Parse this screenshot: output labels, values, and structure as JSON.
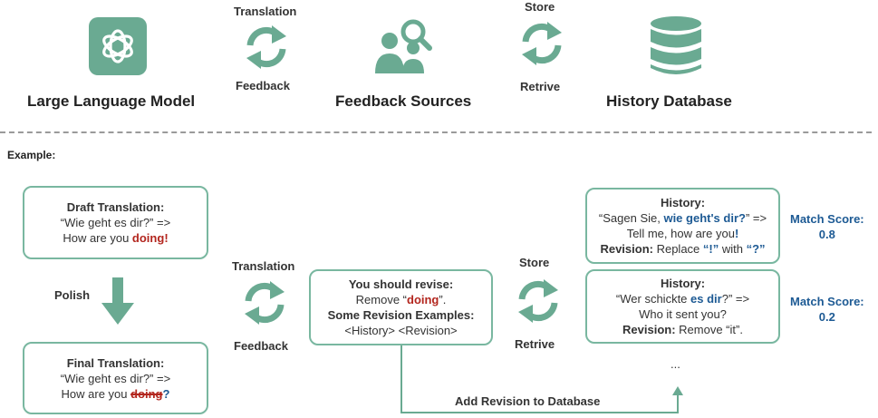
{
  "top_row": {
    "llm_label": "Large Language Model",
    "cycle1_top": "Translation",
    "cycle1_bottom": "Feedback",
    "feedback_label": "Feedback Sources",
    "cycle2_top": "Store",
    "cycle2_bottom": "Retrive",
    "db_label": "History Database"
  },
  "example_label": "Example:",
  "draft": {
    "title": "Draft Translation:",
    "line1": "“Wie geht es dir?” =>",
    "line2_pre": "How are you ",
    "line2_red": "doing",
    "line2_end": "!"
  },
  "polish_label": "Polish",
  "final": {
    "title": "Final Translation:",
    "line1": "“Wie geht es dir?” =>",
    "line2_pre": "How are you ",
    "line2_struck": "doing",
    "line2_end": "?"
  },
  "mid_cycle_top": "Translation",
  "mid_cycle_bottom": "Feedback",
  "revise": {
    "title": "You should revise:",
    "line1_pre": "Remove “",
    "line1_red": "doing",
    "line1_post": "”.",
    "title2": "Some Revision Examples:",
    "line2": "<History> <Revision>"
  },
  "right_cycle_top": "Store",
  "right_cycle_bottom": "Retrive",
  "history1": {
    "title": "History:",
    "line1_pre": "“Sagen Sie, ",
    "line1_blue": "wie geht's dir?",
    "line1_post": "” =>",
    "line2_pre": "Tell me, how are you",
    "line2_blue": "!",
    "rev_label": "Revision:",
    "rev_pre": " Replace ",
    "rev_b1": "“!”",
    "rev_mid": " with ",
    "rev_b2": "“?”"
  },
  "history2": {
    "title": "History:",
    "line1_pre": "“Wer schickte ",
    "line1_blue": "es dir",
    "line1_post": "?” =>",
    "line2": "Who it sent you?",
    "rev_label": "Revision:",
    "rev_text": "  Remove “it”."
  },
  "ellipsis": "...",
  "match1": {
    "label": "Match Score:",
    "value": "0.8"
  },
  "match2": {
    "label": "Match Score:",
    "value": "0.2"
  },
  "add_revision_label": "Add Revision to Database",
  "colors": {
    "teal": "#6aaa92",
    "red": "#b3261e",
    "blue": "#1d5a94",
    "box_border": "#79b7a0"
  }
}
